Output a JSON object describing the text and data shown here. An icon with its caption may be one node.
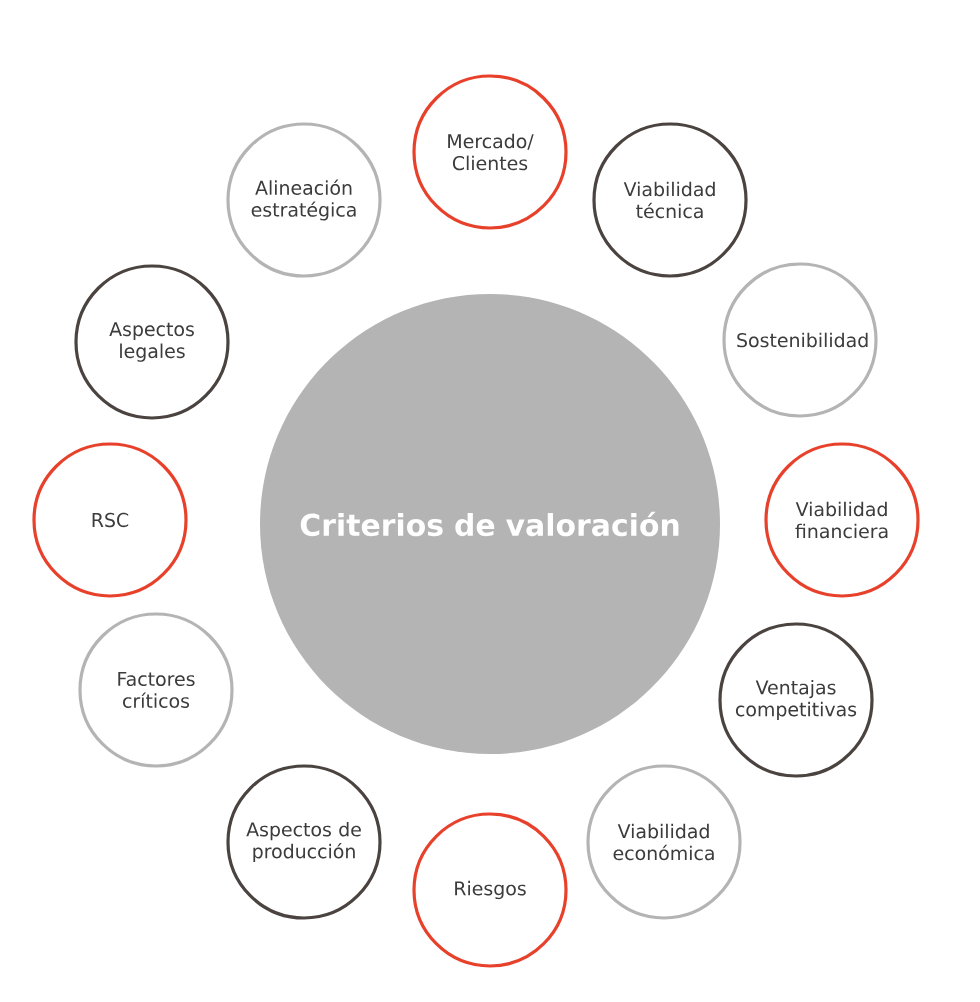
{
  "diagram": {
    "nodes": [
      {
        "text": [
          "Criterios de valoración"
        ]
      },
      {
        "text": [
          "Mercado/ Clientes"
        ]
      },
      {
        "text": [
          "Viabilidad técnica"
        ]
      },
      {
        "text": [
          "Sostenibilidad"
        ]
      },
      {
        "text": [
          "Viabilidad financiera"
        ]
      },
      {
        "text": [
          "Ventajas competitivas"
        ]
      },
      {
        "text": [
          "Viabilidad económica"
        ]
      },
      {
        "text": [
          "Riesgos"
        ]
      },
      {
        "text": [
          "Aspectos de producción"
        ]
      },
      {
        "text": [
          "Factores críticos"
        ]
      },
      {
        "text": [
          "RSC"
        ]
      },
      {
        "text": [
          "Aspectos legales"
        ]
      },
      {
        "text": [
          "Alineación estratégica"
        ]
      }
    ]
  }
}
